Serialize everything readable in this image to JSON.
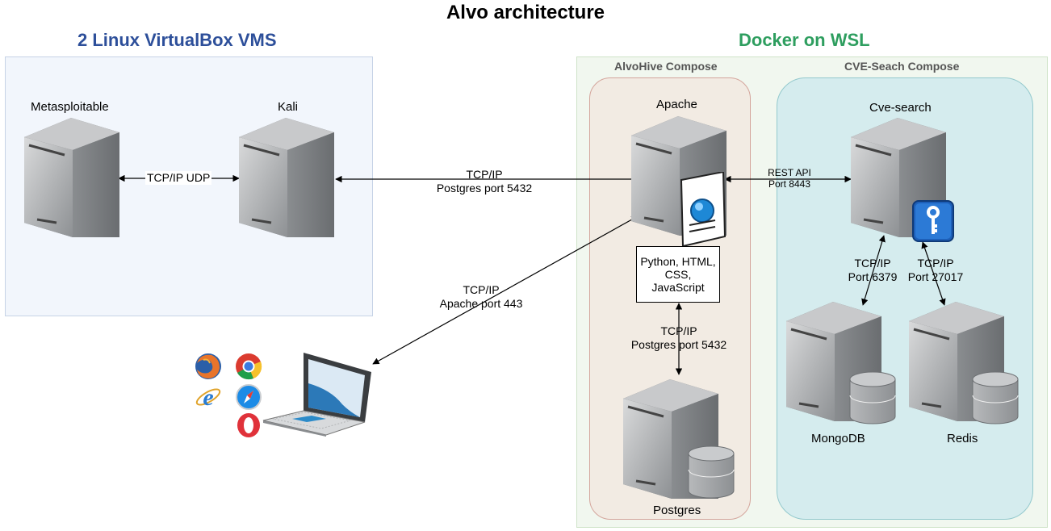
{
  "title": "Alvo architecture",
  "groups": {
    "linux": {
      "title": "2 Linux VirtualBox VMS",
      "color": "#2d4f9a"
    },
    "docker": {
      "title": "Docker on WSL",
      "color": "#2e9e5f"
    },
    "alvohive": {
      "title": "AlvoHive Compose"
    },
    "cve": {
      "title": "CVE-Seach Compose"
    }
  },
  "nodes": {
    "metasploitable": "Metasploitable",
    "kali": "Kali",
    "apache": "Apache",
    "postgres": "Postgres",
    "cve_search": "Cve-search",
    "mongodb": "MongoDB",
    "redis": "Redis"
  },
  "tech_box": "Python, HTML,\nCSS,\nJavaScript",
  "edges": {
    "meta_kali": "TCP/IP UDP",
    "kali_apache_1": "TCP/IP",
    "kali_apache_2": "Postgres port 5432",
    "laptop_apache_1": "TCP/IP",
    "laptop_apache_2": "Apache port 443",
    "apache_cve_1": "REST API",
    "apache_cve_2": "Port 8443",
    "tech_postgres_1": "TCP/IP",
    "tech_postgres_2": "Postgres port 5432",
    "cve_mongo_1": "TCP/IP",
    "cve_mongo_2": "Port 6379",
    "cve_redis_1": "TCP/IP",
    "cve_redis_2": "Port 27017"
  },
  "icons": [
    "server-icon",
    "database-icon",
    "web-page-icon",
    "key-icon",
    "laptop-icon",
    "firefox-icon",
    "chrome-icon",
    "ie-icon",
    "safari-icon",
    "opera-icon"
  ]
}
